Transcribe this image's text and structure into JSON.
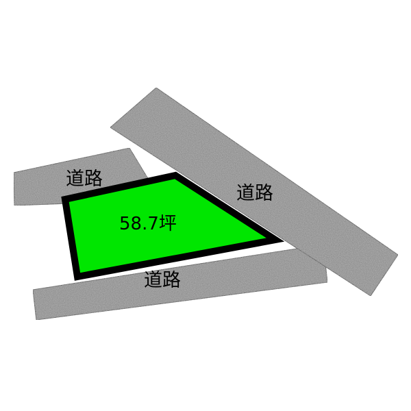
{
  "map": {
    "road_label_top_left": "道路",
    "road_label_right": "道路",
    "road_label_bottom": "道路",
    "lot_area_label": "58.7坪"
  },
  "colors": {
    "road_fill": "#8f8f8f",
    "road_outline": "#4a4a4a",
    "lot_fill": "#00e600",
    "lot_outline": "#000000",
    "background": "#ffffff"
  }
}
